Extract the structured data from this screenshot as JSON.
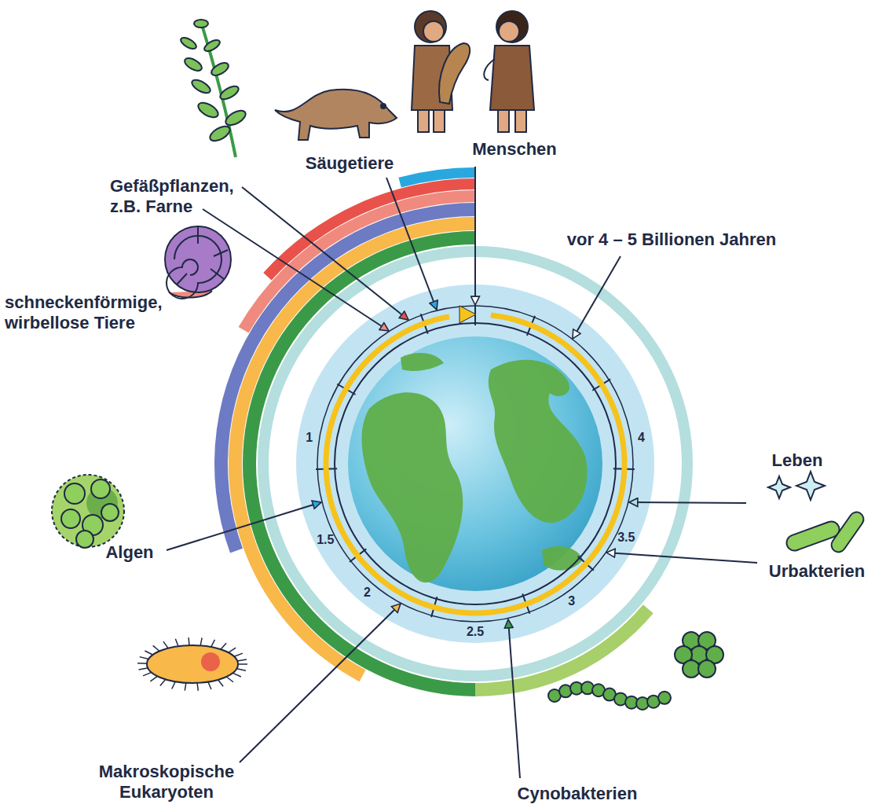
{
  "diagram": {
    "labels": [
      "Menschen",
      "Säugetiere",
      "Gefäßpflanzen, z.B. Farne",
      "vor 4 – 5 Billionen Jahren",
      "schneckenförmige, wirbellose Tiere",
      "1",
      "4",
      "Leben",
      "Algen",
      "1.5",
      "3.5",
      "Urbakterien",
      "2",
      "3",
      "2.5",
      "Makroskopische Eukaryoten",
      "Cynobakterien"
    ]
  }
}
